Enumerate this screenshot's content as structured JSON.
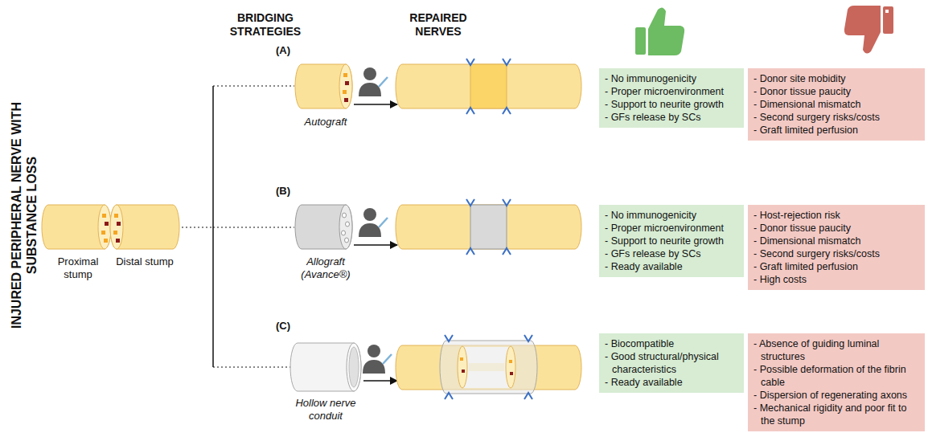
{
  "diagram": {
    "nodes": [
      {
        "text": [
          "- No immunogenicity",
          "- Proper microenvironment",
          "- Support to neurite growth",
          "- GFs release by SCs"
        ]
      },
      {
        "text": [
          "- Donor site mobidity",
          "- Donor tissue paucity",
          "- Dimensional mismatch",
          "- Second surgery risks/costs",
          "- Graft limited perfusion"
        ]
      },
      {
        "text": [
          "- No immunogenicity",
          "- Proper microenvironment",
          "- Support to neurite growth",
          "- GFs release by SCs",
          "- Ready available"
        ]
      },
      {
        "text": [
          "- Host-rejection risk",
          "- Donor tissue paucity",
          "- Dimensional mismatch",
          "- Second surgery risks/costs",
          "- Graft limited perfusion",
          "- High costs"
        ]
      },
      {
        "text": [
          "- Biocompatible",
          "- Good structural/physical characteristics",
          "- Ready available"
        ]
      },
      {
        "text": [
          "- Absence of guiding luminal structures",
          "- Possible deformation of the fibrin cable",
          "- Dispersion of regenerating axons",
          "- Mechanical rigidity and poor fit to the stump"
        ]
      }
    ],
    "labels": [
      "INJURED PERIPHERAL NERVE WITH SUBSTANCE LOSS",
      "Proximal stump",
      "Distal stump",
      "BRIDGING STRATEGIES",
      "REPAIRED NERVES",
      "(A)",
      "Autograft",
      "(B)",
      "Allograft (Avance®)",
      "(C)",
      "Hollow nerve conduit"
    ]
  }
}
